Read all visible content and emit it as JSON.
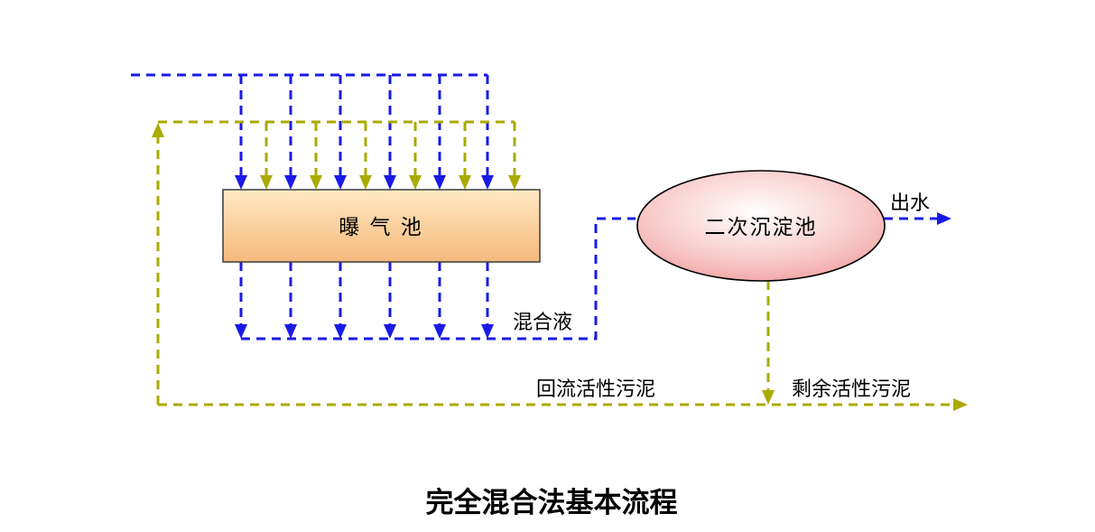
{
  "diagram": {
    "title": "完全混合法基本流程",
    "nodes": {
      "aeration_tank": "曝 气 池",
      "secondary_clarifier": "二次沉淀池"
    },
    "labels": {
      "mixed_liquor": "混合液",
      "effluent": "出水",
      "return_sludge": "回流活性污泥",
      "excess_sludge": "剩余活性污泥"
    },
    "colors": {
      "influent": "#1a1ae6",
      "sludge": "#aaaa00",
      "tank_border": "#3c3c3c",
      "tank_fill_top": "#ffe9c4",
      "tank_fill_bottom": "#f5b97b",
      "clarifier_border": "#000000",
      "clarifier_fill_center": "#ffffff",
      "clarifier_fill_mid": "#f8c9c9",
      "clarifier_fill_edge": "#ec8c8c"
    }
  }
}
